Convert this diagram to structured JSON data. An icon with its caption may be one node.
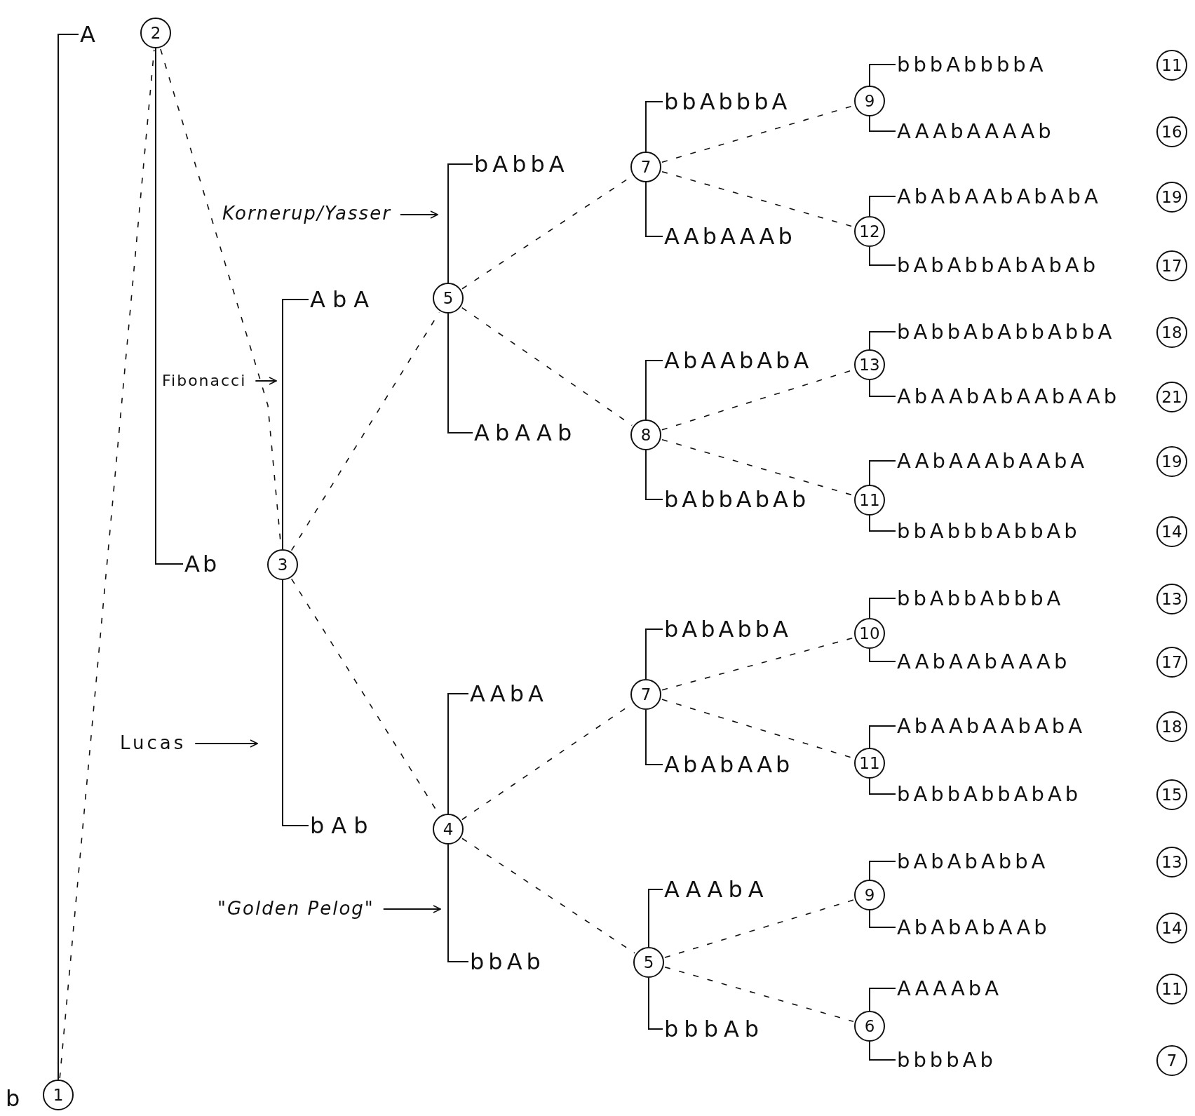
{
  "diagram": {
    "nodes": [
      {
        "text": [
          "A"
        ]
      },
      {
        "text": [
          "2"
        ]
      },
      {
        "text": [
          "Ab"
        ]
      },
      {
        "text": [
          "3"
        ]
      },
      {
        "text": [
          "AbA"
        ]
      },
      {
        "text": [
          "bAb"
        ]
      },
      {
        "text": [
          "5"
        ]
      },
      {
        "text": [
          "bAbbA"
        ]
      },
      {
        "text": [
          "AbAAb"
        ]
      },
      {
        "text": [
          "4"
        ]
      },
      {
        "text": [
          "AAbA"
        ]
      },
      {
        "text": [
          "bbAb"
        ]
      },
      {
        "text": [
          "7"
        ]
      },
      {
        "text": [
          "bbAbbbA"
        ]
      },
      {
        "text": [
          "AAbAAAb"
        ]
      },
      {
        "text": [
          "8"
        ]
      },
      {
        "text": [
          "AbAAbAbA"
        ]
      },
      {
        "text": [
          "bAbbAbAb"
        ]
      },
      {
        "text": [
          "7"
        ]
      },
      {
        "text": [
          "bAbAbbA"
        ]
      },
      {
        "text": [
          "AbAbAAb"
        ]
      },
      {
        "text": [
          "5"
        ]
      },
      {
        "text": [
          "AAAbA"
        ]
      },
      {
        "text": [
          "bbbAb"
        ]
      },
      {
        "text": [
          "9"
        ]
      },
      {
        "text": [
          "bbbAbbbbA"
        ]
      },
      {
        "text": [
          "AAAbAAAAb"
        ]
      },
      {
        "text": [
          "11"
        ]
      },
      {
        "text": [
          "16"
        ]
      },
      {
        "text": [
          "12"
        ]
      },
      {
        "text": [
          "AbAbAAbAbAbA"
        ]
      },
      {
        "text": [
          "bAbAbbAbAbAb"
        ]
      },
      {
        "text": [
          "19"
        ]
      },
      {
        "text": [
          "17"
        ]
      },
      {
        "text": [
          "13"
        ]
      },
      {
        "text": [
          "bAbbAbAbbAbbA"
        ]
      },
      {
        "text": [
          "AbAAbAbAAbAAb"
        ]
      },
      {
        "text": [
          "18"
        ]
      },
      {
        "text": [
          "21"
        ]
      },
      {
        "text": [
          "11"
        ]
      },
      {
        "text": [
          "AAbAAAbAAbA"
        ]
      },
      {
        "text": [
          "bbAbbbAbbAb"
        ]
      },
      {
        "text": [
          "19"
        ]
      },
      {
        "text": [
          "14"
        ]
      },
      {
        "text": [
          "10"
        ]
      },
      {
        "text": [
          "bbAbbAbbbA"
        ]
      },
      {
        "text": [
          "AAbAAbAAAb"
        ]
      },
      {
        "text": [
          "13"
        ]
      },
      {
        "text": [
          "17"
        ]
      },
      {
        "text": [
          "11"
        ]
      },
      {
        "text": [
          "AbAAbAAbAbA"
        ]
      },
      {
        "text": [
          "bAbbAbbAbAb"
        ]
      },
      {
        "text": [
          "18"
        ]
      },
      {
        "text": [
          "15"
        ]
      },
      {
        "text": [
          "9"
        ]
      },
      {
        "text": [
          "bAbAbAbbA"
        ]
      },
      {
        "text": [
          "AbAbAbAAb"
        ]
      },
      {
        "text": [
          "13"
        ]
      },
      {
        "text": [
          "14"
        ]
      },
      {
        "text": [
          "6"
        ]
      },
      {
        "text": [
          "AAAAbA"
        ]
      },
      {
        "text": [
          "bbbbAb"
        ]
      },
      {
        "text": [
          "11"
        ]
      },
      {
        "text": [
          "7"
        ]
      },
      {
        "text": [
          "1"
        ]
      },
      {
        "text": [
          "Kornerup/Yasser"
        ]
      },
      {
        "text": [
          "Fibonacci"
        ]
      },
      {
        "text": [
          "Lucas"
        ]
      },
      {
        "text": [
          "\"Golden Pelog\""
        ]
      }
    ],
    "edges": [
      {
        "from": 64,
        "to": 0,
        "arrow": "none"
      },
      {
        "from": 1,
        "to": 2,
        "arrow": "none"
      },
      {
        "from": 3,
        "to": 4,
        "arrow": "none"
      },
      {
        "from": 3,
        "to": 5,
        "arrow": "none"
      },
      {
        "from": 6,
        "to": 7,
        "arrow": "none"
      },
      {
        "from": 6,
        "to": 8,
        "arrow": "none"
      },
      {
        "from": 9,
        "to": 10,
        "arrow": "none"
      },
      {
        "from": 9,
        "to": 11,
        "arrow": "none"
      },
      {
        "from": 12,
        "to": 13,
        "arrow": "none"
      },
      {
        "from": 12,
        "to": 14,
        "arrow": "none"
      },
      {
        "from": 15,
        "to": 16,
        "arrow": "none"
      },
      {
        "from": 15,
        "to": 17,
        "arrow": "none"
      },
      {
        "from": 18,
        "to": 19,
        "arrow": "none"
      },
      {
        "from": 18,
        "to": 20,
        "arrow": "none"
      },
      {
        "from": 21,
        "to": 22,
        "arrow": "none"
      },
      {
        "from": 21,
        "to": 23,
        "arrow": "none"
      },
      {
        "from": 24,
        "to": 25,
        "arrow": "none"
      },
      {
        "from": 24,
        "to": 26,
        "arrow": "none"
      },
      {
        "from": 29,
        "to": 30,
        "arrow": "none"
      },
      {
        "from": 29,
        "to": 31,
        "arrow": "none"
      },
      {
        "from": 34,
        "to": 35,
        "arrow": "none"
      },
      {
        "from": 34,
        "to": 36,
        "arrow": "none"
      },
      {
        "from": 39,
        "to": 40,
        "arrow": "none"
      },
      {
        "from": 39,
        "to": 41,
        "arrow": "none"
      },
      {
        "from": 44,
        "to": 45,
        "arrow": "none"
      },
      {
        "from": 44,
        "to": 46,
        "arrow": "none"
      },
      {
        "from": 49,
        "to": 50,
        "arrow": "none"
      },
      {
        "from": 49,
        "to": 51,
        "arrow": "none"
      },
      {
        "from": 54,
        "to": 55,
        "arrow": "none"
      },
      {
        "from": 54,
        "to": 56,
        "arrow": "none"
      },
      {
        "from": 59,
        "to": 60,
        "arrow": "none"
      },
      {
        "from": 59,
        "to": 61,
        "arrow": "none"
      },
      {
        "from": 64,
        "to": 1,
        "arrow": "none",
        "style": "dashed"
      },
      {
        "from": 1,
        "to": 3,
        "arrow": "none",
        "style": "dashed"
      },
      {
        "from": 3,
        "to": 6,
        "arrow": "none",
        "style": "dashed"
      },
      {
        "from": 3,
        "to": 9,
        "arrow": "none",
        "style": "dashed"
      },
      {
        "from": 6,
        "to": 12,
        "arrow": "none",
        "style": "dashed"
      },
      {
        "from": 6,
        "to": 15,
        "arrow": "none",
        "style": "dashed"
      },
      {
        "from": 9,
        "to": 18,
        "arrow": "none",
        "style": "dashed"
      },
      {
        "from": 9,
        "to": 21,
        "arrow": "none",
        "style": "dashed"
      },
      {
        "from": 12,
        "to": 24,
        "arrow": "none",
        "style": "dashed"
      },
      {
        "from": 12,
        "to": 29,
        "arrow": "none",
        "style": "dashed"
      },
      {
        "from": 15,
        "to": 34,
        "arrow": "none",
        "style": "dashed"
      },
      {
        "from": 15,
        "to": 39,
        "arrow": "none",
        "style": "dashed"
      },
      {
        "from": 18,
        "to": 44,
        "arrow": "none",
        "style": "dashed"
      },
      {
        "from": 18,
        "to": 49,
        "arrow": "none",
        "style": "dashed"
      },
      {
        "from": 21,
        "to": 54,
        "arrow": "none",
        "style": "dashed"
      },
      {
        "from": 21,
        "to": 59,
        "arrow": "none",
        "style": "dashed"
      },
      {
        "from": 65,
        "to": null,
        "arrow": "to"
      },
      {
        "from": 66,
        "to": null,
        "arrow": "to"
      },
      {
        "from": 67,
        "to": null,
        "arrow": "to"
      },
      {
        "from": 68,
        "to": null,
        "arrow": "to"
      }
    ],
    "labels": [
      "b"
    ]
  }
}
